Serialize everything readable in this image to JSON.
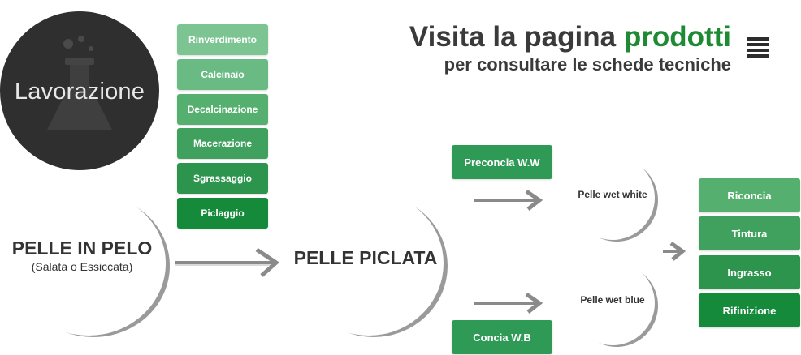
{
  "logo": {
    "title": "Lavorazione",
    "icon": "flask-icon"
  },
  "headline": {
    "line1_prefix": "Visita la pagina",
    "line1_accent": "prodotti",
    "line2": "per consultare le schede tecniche",
    "accent_color": "#1e8a34"
  },
  "menu": {
    "icon": "menu-icon"
  },
  "steps_column1": [
    {
      "label": "Rinverdimento",
      "color": "#7cc592"
    },
    {
      "label": "Calcinaio",
      "color": "#6abb83"
    },
    {
      "label": "Decalcinazione",
      "color": "#55b06f"
    },
    {
      "label": "Macerazione",
      "color": "#3fa15d"
    },
    {
      "label": "Sgrassaggio",
      "color": "#2c944d"
    },
    {
      "label": "Piclaggio",
      "color": "#148a3a"
    }
  ],
  "nodes": {
    "pelle_in_pelo": {
      "title": "PELLE IN PELO",
      "subtitle": "(Salata o Essiccata)"
    },
    "pelle_piclata": {
      "title": "PELLE PICLATA"
    },
    "wet_white": {
      "title": "Pelle wet white"
    },
    "wet_blue": {
      "title": "Pelle wet blue"
    }
  },
  "branch_buttons": {
    "preconcia": {
      "label": "Preconcia W.W",
      "color": "#2e9a55"
    },
    "concia": {
      "label": "Concia W.B",
      "color": "#2e9a55"
    }
  },
  "steps_column3": [
    {
      "label": "Riconcia",
      "color": "#55b06f"
    },
    {
      "label": "Tintura",
      "color": "#3fa15d"
    },
    {
      "label": "Ingrasso",
      "color": "#2c944d"
    },
    {
      "label": "Rifinizione",
      "color": "#148a3a"
    }
  ],
  "arrows": {
    "icon": "arrow-right-icon",
    "color": "#8a8a8a"
  }
}
